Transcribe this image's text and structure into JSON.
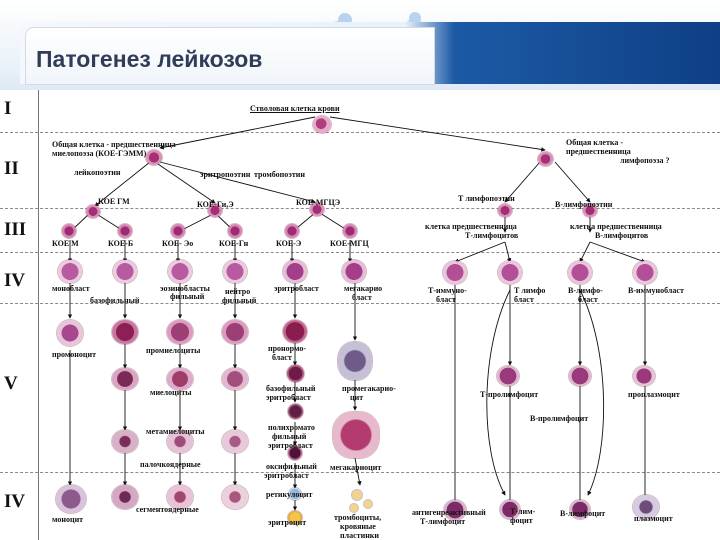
{
  "slide": {
    "title": "Патогенез лейкозов"
  },
  "stages": [
    "I",
    "II",
    "III",
    "IV",
    "V",
    "IV"
  ],
  "labels": {
    "stem_cell": "Стволовая клетка крови",
    "common_myelo": "Общая клетка - предшественница",
    "common_myelo_2": "миелопоэза (КОЕ-ГЭММ)",
    "common_lympho": "Общая клетка -",
    "common_lympho_2": "предшественница",
    "common_lympho_3": "лимфопоэза ?",
    "leukopoietins": "лейкопоэтин",
    "erythropoietin": "эритропоэтин",
    "thrombopoietin": "тромбопоэтин",
    "t_lymphopoietin": "Т лимфопоэтин",
    "b_lymphopoietin": "В-лимфопоэтин",
    "koe_gm": "КОЕ ГМ",
    "koe_gi_e": "КОЕ-Ги,Э",
    "koe_mgtse": "КОЕ-МГЦЭ",
    "t_precursor": "клетка предшественница",
    "t_precursor_2": "Т-лимфоцитов",
    "b_precursor": "клетка предшественница",
    "b_precursor_2": "В-лимфоцитов",
    "koe_m": "КОЕ М",
    "koe_b": "КОЕ-Б",
    "koe_eo": "КОЕ- Эо",
    "koe_gn": "КОЕ-Гн",
    "koe_e": "КОЕ-Э",
    "koe_mgts": "КОЕ-МГЦ",
    "monoblast": "монобласт",
    "eosinophilic": "эозинобласты",
    "neutro": "нейтро",
    "basophilic": "базофильный",
    "phil": "фильный",
    "phil2": "фильный",
    "erythroblast": "эритробласт",
    "megakaryoblast": "мегакарио",
    "megakaryoblast_2": "бласт",
    "t_immunoblast": "Т-иммуно-",
    "t_immunoblast_2": "бласт",
    "t_lymphoblast": "Т лимфо",
    "t_lymphoblast_2": "бласт",
    "b_lymphoblast": "В-лимфо-",
    "b_lymphoblast_2": "бласт",
    "b_immunoblast": "В-иммунобласт",
    "promonocyte": "промоноцит",
    "promyelocytes": "промиелоциты",
    "pronormoblast": "пронормо-",
    "pronormoblast_2": "бласт",
    "myelocytes": "миелоциты",
    "basophilic_normoblast": "базофильный",
    "basophilic_normoblast_2": "эритробласт",
    "promegakaryocyte": "промегакарио-",
    "promegakaryocyte_2": "цит",
    "metamyelocytes": "метамиелоциты",
    "polychromatophilic": "полихромато",
    "polychromatophilic_2": "фильный",
    "polychromatophilic_3": "эритробласт",
    "t_prolymphocyte": "Т-пролимфоцит",
    "b_prolymphocyte": "В-пролимфоцит",
    "proplasmocyte": "проплазмоцит",
    "band": "палочкоядерные",
    "oxyphilic": "оксифильный",
    "oxyphilic_2": "эритробласт",
    "megakaryocyte": "мегакариоцит",
    "monocyte": "моноцит",
    "segmented": "сегментоядерные",
    "reticulocyte": "ретикулоцит",
    "erythrocyte": "эритроцит",
    "platelets": "тромбоциты,",
    "platelets_2": "кровяные",
    "platelets_3": "пластинки",
    "t_lymph_antigen": "антигенреактивный",
    "t_lymph_antigen_2": "Т-лимфоцит",
    "t_lymphocyte": "Т-лим-",
    "t_lymphocyte_2": "фоцит",
    "b_lymphocyte": "В-лимфоцит",
    "plasmocyte": "плазмоцит"
  },
  "colors": {
    "cell_pink": "#d45a8e",
    "cell_purple": "#7e2d78",
    "cell_pale": "#e9c9d9",
    "cell_red": "#c33a46",
    "arrow": "#111111"
  }
}
